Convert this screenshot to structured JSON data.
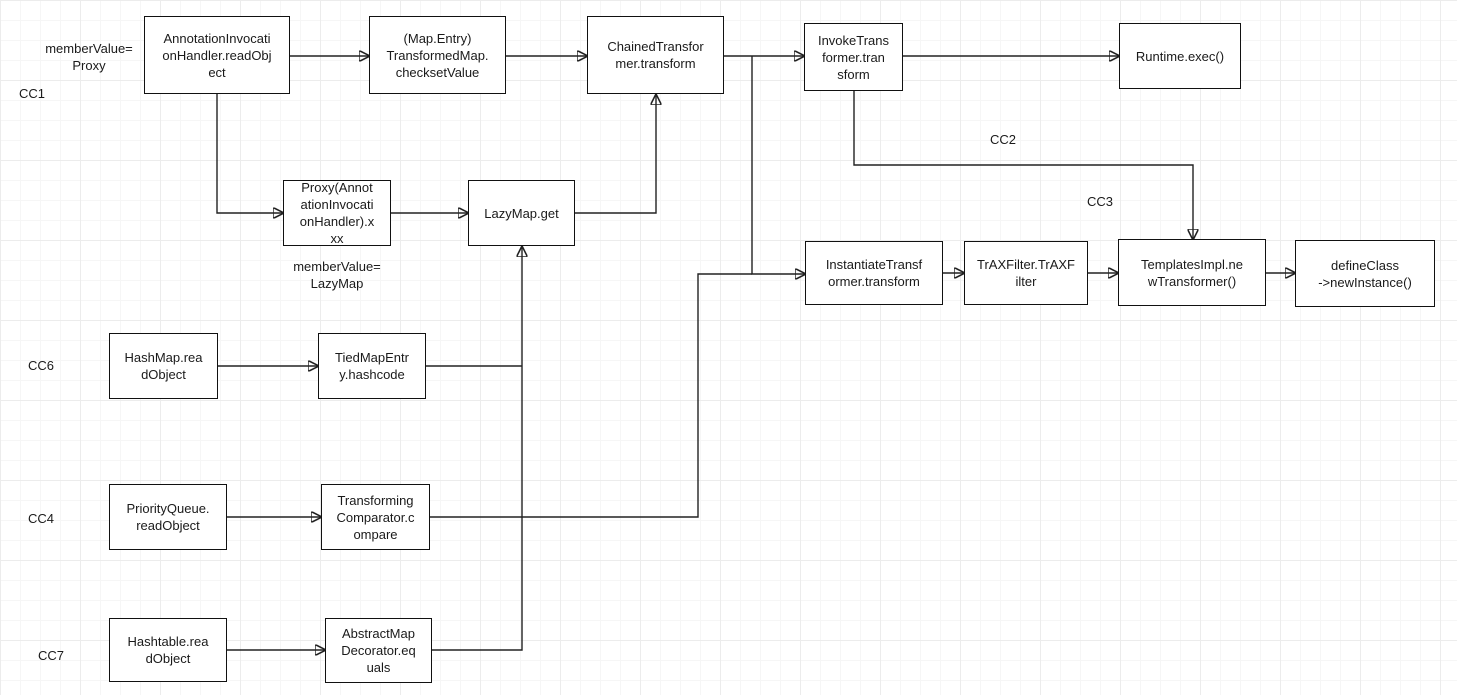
{
  "diagram": {
    "nodes": {
      "annotation_readobject": "AnnotationInvocati\nonHandler.readObj\nect",
      "map_entry_checksetvalue": "(Map.Entry)\nTransformedMap.\nchecksetValue",
      "chained_transform": "ChainedTransfor\nmer.transform",
      "invoke_transform": "InvokeTrans\nformer.tran\nsform",
      "runtime_exec": "Runtime.exec()",
      "proxy_annotation": "Proxy(Annot\nationInvocati\nonHandler).x\nxx",
      "lazymap_get": "LazyMap.get",
      "instantiate_transform": "InstantiateTransf\normer.transform",
      "traxfilter": "TrAXFilter.TrAXF\nilter",
      "templatesimpl_newtransformer": "TemplatesImpl.ne\nwTransformer()",
      "defineclass": "defineClass\n->newInstance()",
      "hashmap_readobject": "HashMap.rea\ndObject",
      "tiedmapentry_hashcode": "TiedMapEntr\ny.hashcode",
      "priorityqueue_readobject": "PriorityQueue.\nreadObject",
      "transforming_comparator": "Transforming\nComparator.c\nompare",
      "hashtable_readobject": "Hashtable.rea\ndObject",
      "abstractmapdecorator_equals": "AbstractMap\nDecorator.eq\nuals"
    },
    "labels": {
      "member_value_proxy": "memberValue=\nProxy",
      "member_value_lazymap": "memberValue=\nLazyMap",
      "cc1": "CC1",
      "cc2": "CC2",
      "cc3": "CC3",
      "cc4": "CC4",
      "cc6": "CC6",
      "cc7": "CC7"
    }
  }
}
